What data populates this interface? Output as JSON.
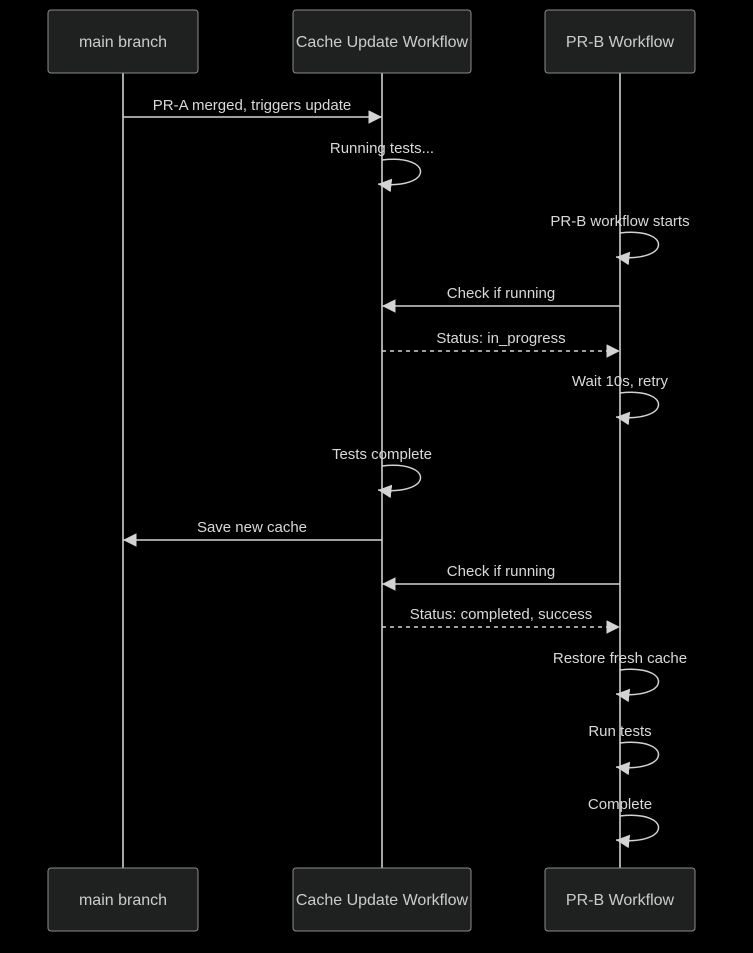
{
  "diagram": {
    "type": "sequence-diagram",
    "theme": {
      "background": "#000000",
      "actor_fill": "#1f2020",
      "actor_border": "#8d8d8d",
      "actor_text": "#cccccc",
      "lifeline_color": "#a6a6a6",
      "message_line": "#d3d3d3",
      "message_text": "#d9d9d9"
    },
    "actors": [
      {
        "label": "main branch"
      },
      {
        "label": "Cache Update Workflow"
      },
      {
        "label": "PR-B Workflow"
      }
    ],
    "messages": [
      {
        "text": "PR-A merged, triggers update",
        "from": "main branch",
        "to": "Cache Update Workflow",
        "line": "solid"
      },
      {
        "text": "Running tests...",
        "from": "Cache Update Workflow",
        "to": "Cache Update Workflow",
        "line": "self"
      },
      {
        "text": "PR-B workflow starts",
        "from": "PR-B Workflow",
        "to": "PR-B Workflow",
        "line": "self"
      },
      {
        "text": "Check if running",
        "from": "PR-B Workflow",
        "to": "Cache Update Workflow",
        "line": "solid"
      },
      {
        "text": "Status: in_progress",
        "from": "Cache Update Workflow",
        "to": "PR-B Workflow",
        "line": "dashed"
      },
      {
        "text": "Wait 10s, retry",
        "from": "PR-B Workflow",
        "to": "PR-B Workflow",
        "line": "self"
      },
      {
        "text": "Tests complete",
        "from": "Cache Update Workflow",
        "to": "Cache Update Workflow",
        "line": "self"
      },
      {
        "text": "Save new cache",
        "from": "Cache Update Workflow",
        "to": "main branch",
        "line": "solid"
      },
      {
        "text": "Check if running",
        "from": "PR-B Workflow",
        "to": "Cache Update Workflow",
        "line": "solid"
      },
      {
        "text": "Status: completed, success",
        "from": "Cache Update Workflow",
        "to": "PR-B Workflow",
        "line": "dashed"
      },
      {
        "text": "Restore fresh cache",
        "from": "PR-B Workflow",
        "to": "PR-B Workflow",
        "line": "self"
      },
      {
        "text": "Run tests",
        "from": "PR-B Workflow",
        "to": "PR-B Workflow",
        "line": "self"
      },
      {
        "text": "Complete",
        "from": "PR-B Workflow",
        "to": "PR-B Workflow",
        "line": "self"
      }
    ]
  }
}
